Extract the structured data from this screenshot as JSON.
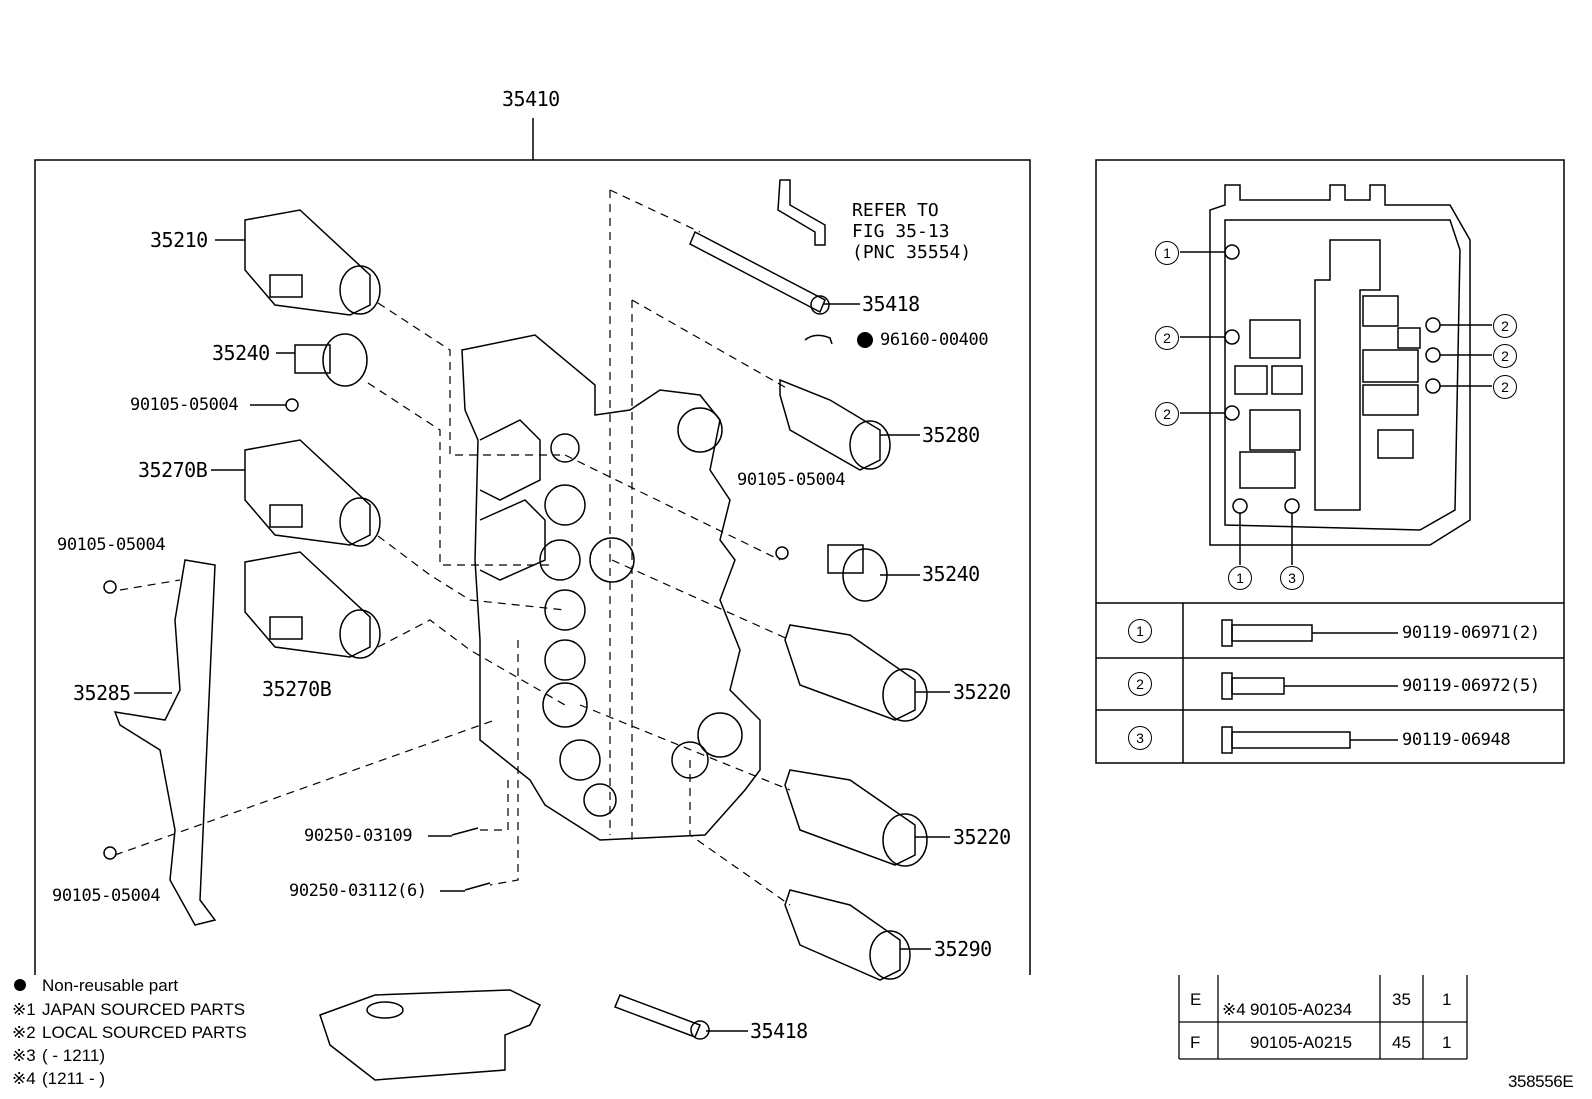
{
  "figure_code": "358556E",
  "assembly_pnc": "35410",
  "note": {
    "line1": "REFER TO",
    "line2": "FIG 35-13",
    "line3": "(PNC 35554)"
  },
  "part_labels": {
    "p35210": "35210",
    "p35240_left": "35240",
    "p90105_a": "90105-05004",
    "p35270b_a": "35270B",
    "p90105_b": "90105-05004",
    "p35285": "35285",
    "p35270b_b": "35270B",
    "p90105_c": "90105-05004",
    "p90250_a": "90250-03109",
    "p90250_b": "90250-03112(6)",
    "p35418_top": "35418",
    "p96160": "96160-00400",
    "p35280": "35280",
    "p90105_d": "90105-05004",
    "p35240_right": "35240",
    "p35220_a": "35220",
    "p35220_b": "35220",
    "p35290": "35290",
    "p35418_bottom": "35418"
  },
  "bolt_table": {
    "rows": [
      {
        "num": "1",
        "part": "90119-06971(2)"
      },
      {
        "num": "2",
        "part": "90119-06972(5)"
      },
      {
        "num": "3",
        "part": "90119-06948"
      }
    ]
  },
  "inset_callouts": [
    "1",
    "2",
    "2",
    "1",
    "3",
    "2",
    "2",
    "2"
  ],
  "legend": [
    {
      "mark": "●",
      "text": "Non-reusable part"
    },
    {
      "mark": "※1",
      "text": "JAPAN SOURCED PARTS"
    },
    {
      "mark": "※2",
      "text": "LOCAL SOURCED PARTS"
    },
    {
      "mark": "※3",
      "text": "(        - 1211)"
    },
    {
      "mark": "※4",
      "text": "(1211 -        )"
    }
  ],
  "torque_table": {
    "rows": [
      {
        "ref": "E",
        "note": "※4",
        "part": "90105-A0234",
        "torque": "35",
        "qty": "1"
      },
      {
        "ref": "F",
        "note": "",
        "part": "90105-A0215",
        "torque": "45",
        "qty": "1"
      }
    ]
  }
}
